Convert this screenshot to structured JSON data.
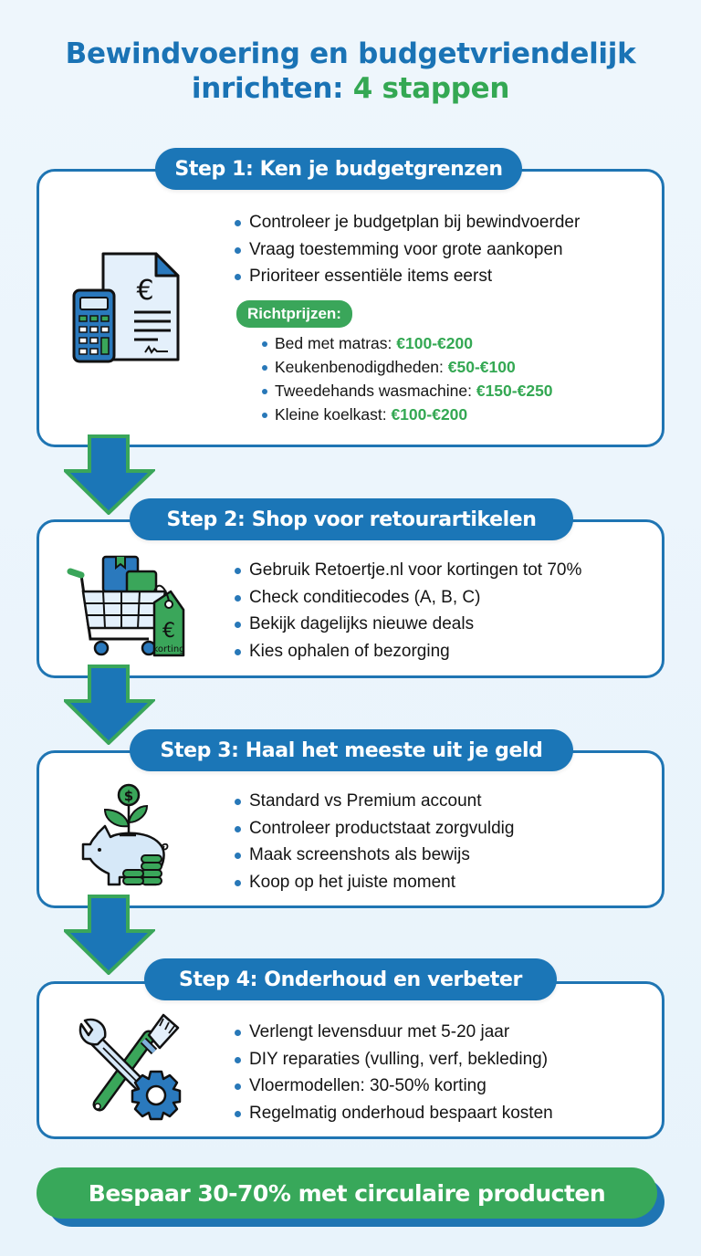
{
  "header": {
    "title_line1": "Bewindvoering en budgetvriendelijk",
    "title_line2_prefix": "inrichten:",
    "title_line2_accent": "4 stappen"
  },
  "colors": {
    "primary_blue": "#1b76b7",
    "accent_green": "#34a853",
    "background": "#eef6fc"
  },
  "steps": [
    {
      "title": "Step 1: Ken je budgetgrenzen",
      "icon": "calculator-invoice-euro-icon",
      "bullets": [
        "Controleer je budgetplan bij bewindvoerder",
        "Vraag toestemming voor grote aankopen",
        "Prioriteer essentiële items eerst"
      ],
      "price_label": "Richtprijzen:",
      "prices": [
        {
          "item": "Bed met matras:",
          "range": "€100-€200"
        },
        {
          "item": "Keukenbenodigdheden:",
          "range": "€50-€100"
        },
        {
          "item": "Tweedehands wasmachine:",
          "range": "€150-€250"
        },
        {
          "item": "Kleine koelkast:",
          "range": "€100-€200"
        }
      ]
    },
    {
      "title": "Step 2: Shop voor retourartikelen",
      "icon": "shopping-cart-discount-tag-icon",
      "icon_tag_text": "korting",
      "bullets": [
        "Gebruik Retoertje.nl voor kortingen tot 70%",
        "Check conditiecodes (A, B, C)",
        "Bekijk dagelijks nieuwe deals",
        "Kies ophalen of bezorging"
      ]
    },
    {
      "title": "Step 3: Haal het meeste uit je geld",
      "icon": "piggy-bank-money-plant-icon",
      "bullets": [
        "Standard vs Premium account",
        "Controleer productstaat zorgvuldig",
        "Maak screenshots als bewijs",
        "Koop op het juiste moment"
      ]
    },
    {
      "title": "Step 4: Onderhoud en verbeter",
      "icon": "wrench-brush-gear-icon",
      "bullets": [
        "Verlengt levensduur met 5-20 jaar",
        "DIY reparaties (vulling, verf, bekleding)",
        "Vloermodellen: 30-50% korting",
        "Regelmatig onderhoud bespaart kosten"
      ]
    }
  ],
  "footer": {
    "banner": "Bespaar 30-70% met circulaire producten"
  }
}
